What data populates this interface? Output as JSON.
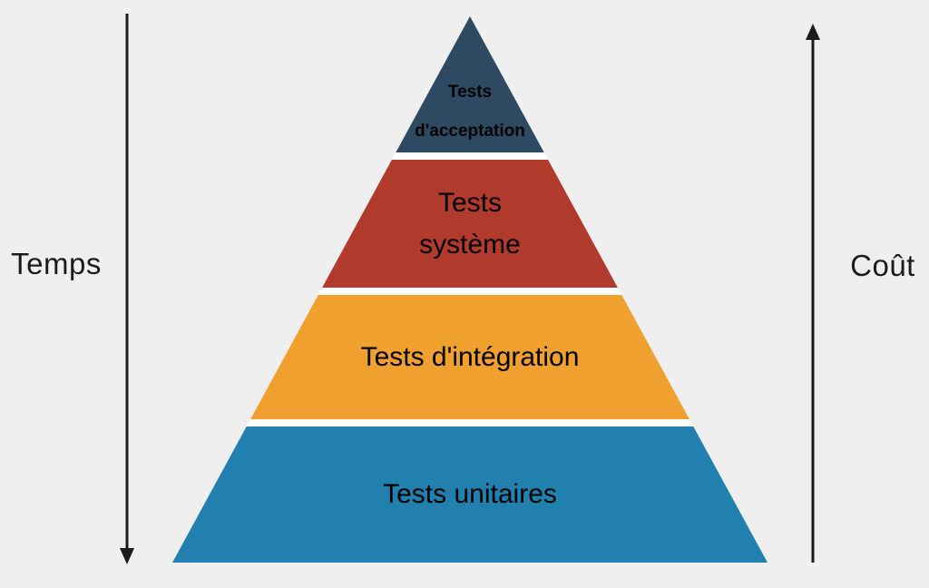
{
  "background_color": "#f0eff0",
  "axis_color": "#1b1b1b",
  "left_axis": {
    "label": "Temps",
    "direction": "down"
  },
  "right_axis": {
    "label": "Coût",
    "direction": "up"
  },
  "pyramid": {
    "divider_color": "#ffffff",
    "text_color": "#ffffff",
    "layers": [
      {
        "label": "Tests d'acceptation",
        "lines": [
          "Tests",
          "d'acceptation"
        ],
        "color": "#2e4a62"
      },
      {
        "label": "Tests système",
        "lines": [
          "Tests",
          "système"
        ],
        "color": "#b03a2b"
      },
      {
        "label": "Tests d'intégration",
        "lines": [
          "Tests d'intégration"
        ],
        "color": "#f0a02e"
      },
      {
        "label": "Tests unitaires",
        "lines": [
          "Tests unitaires"
        ],
        "color": "#2180ad"
      }
    ]
  }
}
